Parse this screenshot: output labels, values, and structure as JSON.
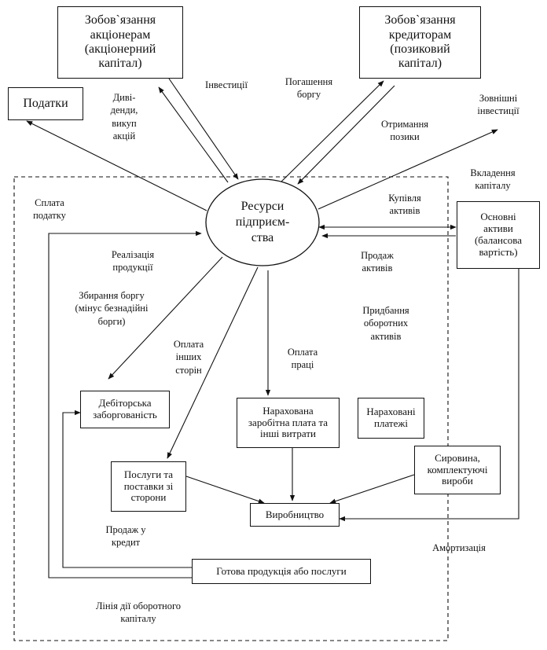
{
  "nodes": {
    "shareholders": "Зобов`язання\nакціонерам\n(акціонерний\nкапітал)",
    "creditors": "Зобов`язання\nкредиторам\n(позиковий\nкапітал)",
    "taxes": "Податки",
    "resources": "Ресурси\nпідприєм-\nства",
    "fixed_assets": "Основні\nактиви\n(балансова\nвартість)",
    "receivables": "Дебіторська\nзаборгованість",
    "accrued_wages": "Нарахована\nзаробітна плата та\nінші витрати",
    "accrued_payments": "Нараховані\nплатежі",
    "third_party": "Послуги та\nпоставки зі\nсторони",
    "raw_materials": "Сировина,\nкомплектуючі\nвироби",
    "production": "Виробництво",
    "finished_goods": "Готова продукція або послуги"
  },
  "labels": {
    "dividends": "Диві-\nденди,\nвикуп\nакцій",
    "investments": "Інвестиції",
    "debt_repayment": "Погашення\nборгу",
    "external_investments": "Зовнішні\nінвестиції",
    "obtaining_loan": "Отримання\nпозики",
    "capital_investment": "Вкладення\nкапіталу",
    "tax_payment": "Сплата\nподатку",
    "asset_purchase": "Купівля\nактивів",
    "product_sales": "Реалізація\nпродукції",
    "asset_sale": "Продаж\nактивів",
    "debt_collection": "Збирання боргу\n(мінус безнадійні\nборги)",
    "current_assets_purchase": "Придбання\nоборотних\nактивів",
    "other_parties_payment": "Оплата\nінших\nсторін",
    "labor_payment": "Оплата\nпраці",
    "credit_sale": "Продаж у\nкредит",
    "depreciation": "Амортизація",
    "working_capital_line": "Лінія дії оборотного\nкапіталу"
  }
}
